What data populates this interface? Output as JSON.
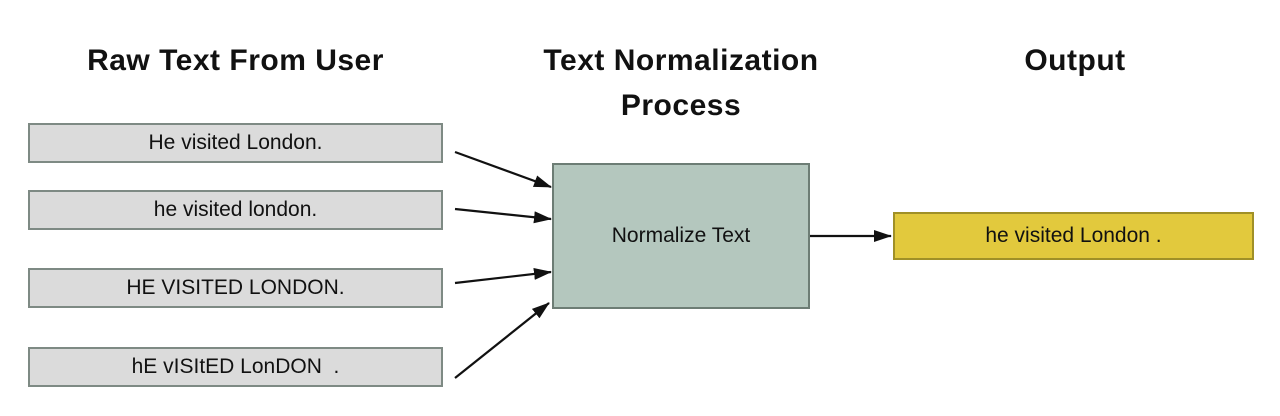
{
  "headers": {
    "left": "Raw Text From User",
    "middle": "Text Normalization Process",
    "right": "Output"
  },
  "raw_inputs": [
    "He visited London.",
    "he visited london.",
    "HE VISITED LONDON.",
    "hE vISItED LonDON  ."
  ],
  "process": {
    "label": "Normalize Text"
  },
  "output": {
    "label": "he visited London ."
  },
  "theme": {
    "background": "#ffffff",
    "text_color": "#111111",
    "box_gray_fill": "#dbdbdb",
    "box_gray_border": "#7e8a84",
    "process_fill": "#b4c7be",
    "process_border": "#6d7d75",
    "output_fill": "#e2c93d",
    "output_border": "#a09027",
    "arrow_color": "#111111"
  }
}
